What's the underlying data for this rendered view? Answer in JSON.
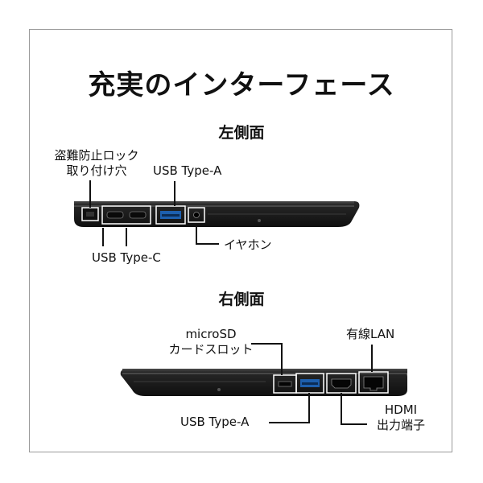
{
  "title": "充実のインターフェース",
  "left_side": {
    "heading": "左側面",
    "labels": {
      "lock_line1": "盗難防止ロック",
      "lock_line2": "取り付け穴",
      "usb_a": "USB Type-A",
      "usb_c": "USB Type-C",
      "earphone": "イヤホン"
    }
  },
  "right_side": {
    "heading": "右側面",
    "labels": {
      "microsd_line1": "microSD",
      "microsd_line2": "カードスロット",
      "lan": "有線LAN",
      "usb_a": "USB Type-A",
      "hdmi_line1": "HDMI",
      "hdmi_line2": "出力端子"
    }
  }
}
